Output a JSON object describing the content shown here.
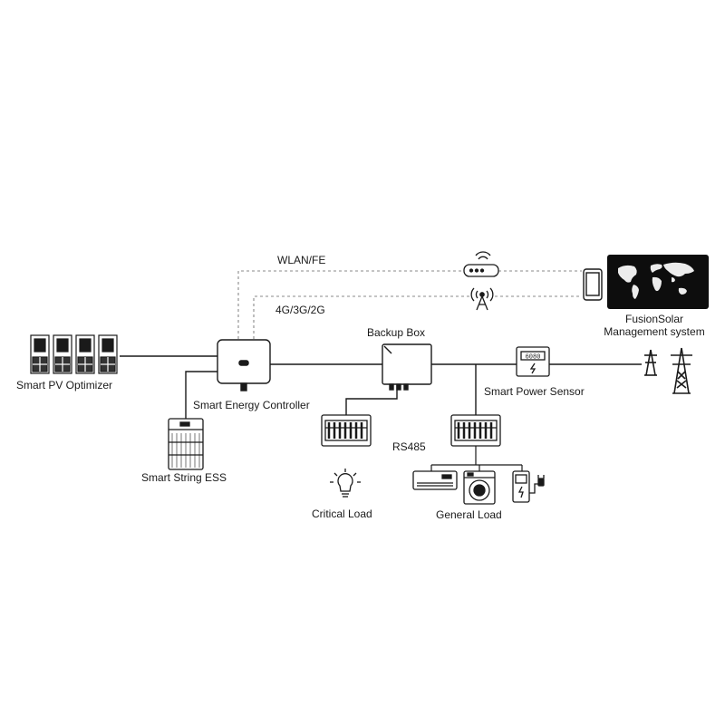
{
  "labels": {
    "wlan": "WLAN/FE",
    "cellular": "4G/3G/2G",
    "backup_box": "Backup Box",
    "fusionsolar_line1": "FusionSolar",
    "fusionsolar_line2": "Management system",
    "pv_optimizer": "Smart PV Optimizer",
    "energy_controller": "Smart Energy Controller",
    "power_sensor": "Smart Power Sensor",
    "rs485": "RS485",
    "string_ess": "Smart String ESS",
    "critical_load": "Critical Load",
    "general_load": "General Load",
    "meter_display": "6080"
  },
  "colors": {
    "line": "#1a1a1a",
    "dashed": "#8a8a8a",
    "monitor_bg": "#0d0d0d"
  }
}
